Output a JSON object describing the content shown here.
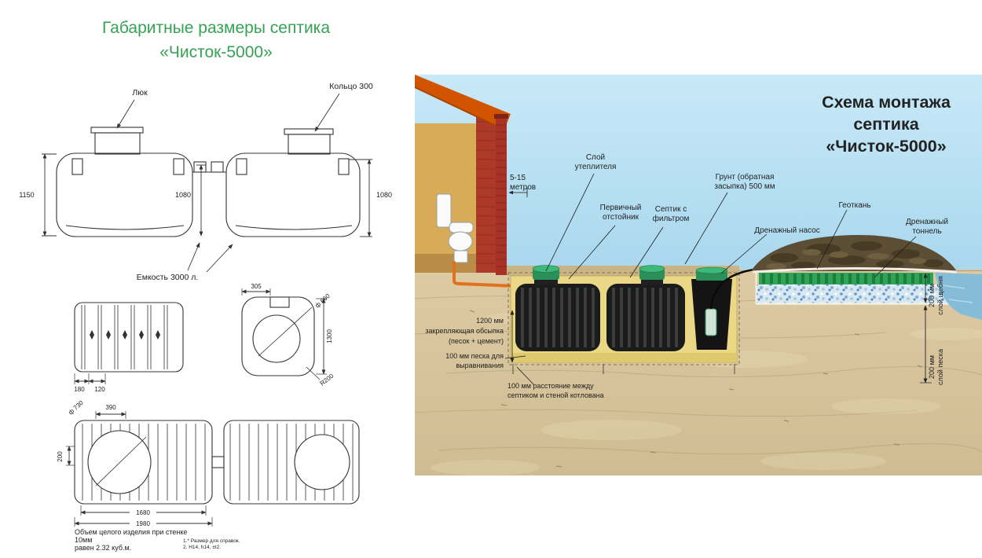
{
  "left": {
    "title": [
      "Габаритные размеры септика",
      "«Чисток-5000»"
    ],
    "title_color": "#35a254",
    "top_view": {
      "hatch": "Люк",
      "ring": "Кольцо 300",
      "dim_left": "1150",
      "dim_mid": "1080",
      "dim_right": "1080",
      "capacity": "Емкость 3000 л."
    },
    "mid_view": {
      "dim_a": "180",
      "dim_b": "120",
      "dim_c": "305",
      "dim_d": "1300",
      "diameter": "ф 660",
      "radius": "R200"
    },
    "bottom_view": {
      "dim_a": "390",
      "diameter": "ф 730",
      "dim_b": "200",
      "dim_c": "1680",
      "dim_d": "1980"
    },
    "note": [
      "Объем целого изделия при стенке",
      "10мм",
      "равен 2.32 куб.м."
    ],
    "fine_print": [
      "1.* Размер для справок.",
      "2. H14, h14, ±t2."
    ]
  },
  "scheme": {
    "title": [
      "Схема монтажа",
      "септика",
      "«Чисток-5000»"
    ],
    "labels": {
      "distance": [
        "5-15",
        "метров"
      ],
      "insulation": [
        "Слой",
        "утеплителя"
      ],
      "primary": [
        "Первичный",
        "отстойник"
      ],
      "septic_filter": [
        "Септик с",
        "фильтром"
      ],
      "soil": [
        "Грунт (обратная",
        "засыпка) 500 мм"
      ],
      "pump": "Дренажный насос",
      "geotextile": "Геоткань",
      "tunnel": [
        "Дренажный",
        "тоннель"
      ],
      "fixing": [
        "1200 мм",
        "закрепляющая обсыпка",
        "(песок + цемент)"
      ],
      "leveling": [
        "100 мм песка для",
        "выравнивания"
      ],
      "gap": [
        "100 мм расстояние между",
        "септиком и стеной котлована"
      ],
      "gravel": [
        "200 мм",
        "слой щебня"
      ],
      "sand": [
        "200 мм",
        "слой песка"
      ]
    },
    "colors": {
      "sky": "#b6dff2",
      "sand": "#d8c59d",
      "backfill": "#ead886",
      "tank": "#1b1b1b",
      "lid": "#2f9e63",
      "pipe": "#e2711d",
      "house_wall": "#ad3a28",
      "roof": "#d35400",
      "title": "#22445f"
    }
  }
}
